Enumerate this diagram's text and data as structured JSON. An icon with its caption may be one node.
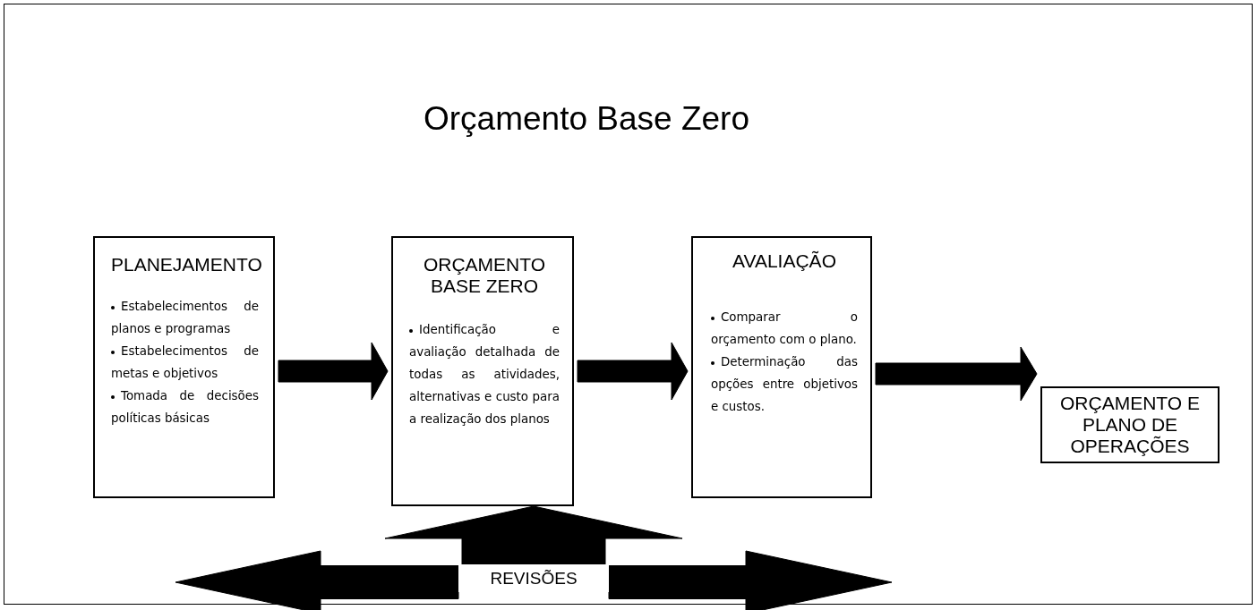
{
  "diagram": {
    "title": "Orçamento Base Zero",
    "nodes": [
      {
        "text": [
          "PLANEJAMENTO",
          "Estabelecimentos de planos e programas",
          "Estabelecimentos de metas e objetivos",
          "Tomada de decisões políticas básicas"
        ]
      },
      {
        "text": [
          "ORÇAMENTO BASE ZERO",
          "Identificação e avaliação detalhada de todas as atividades, alternativas e custo para a realização dos planos"
        ]
      },
      {
        "text": [
          "AVALIAÇÃO",
          "Comparar o orçamento com o plano.",
          "Determinação das opções entre objetivos e custos."
        ]
      },
      {
        "text": [
          "ORÇAMENTO E PLANO DE OPERAÇÕES"
        ]
      },
      {
        "text": [
          "REVISÕES"
        ]
      }
    ],
    "edges": [
      {
        "from": 0,
        "to": 1,
        "arrow": "to"
      },
      {
        "from": 1,
        "to": 2,
        "arrow": "to"
      },
      {
        "from": 2,
        "to": 3,
        "arrow": "to"
      },
      {
        "from": 4,
        "to": 1,
        "arrow": "to"
      },
      {
        "from": 4,
        "to": null,
        "arrow": "to"
      },
      {
        "from": 4,
        "to": null,
        "arrow": "to"
      }
    ]
  }
}
